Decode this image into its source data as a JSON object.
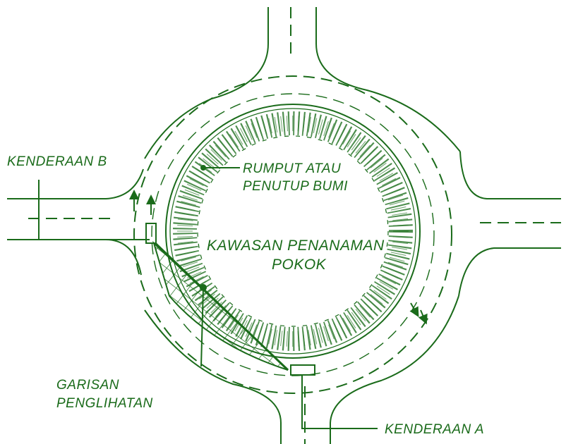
{
  "labels": {
    "vehicle_b": "KENDERAAN B",
    "vehicle_a": "KENDERAAN A",
    "grass_line1": "RUMPUT ATAU",
    "grass_line2": "PENUTUP BUMI",
    "planting_line1": "KAWASAN PENANAMAN",
    "planting_line2": "POKOK",
    "sight_line1": "GARISAN",
    "sight_line2": "PENGLIHATAN"
  },
  "colors": {
    "ink": "#1a6b1a",
    "stipple": "#2f7a2f",
    "background": "#ffffff"
  }
}
